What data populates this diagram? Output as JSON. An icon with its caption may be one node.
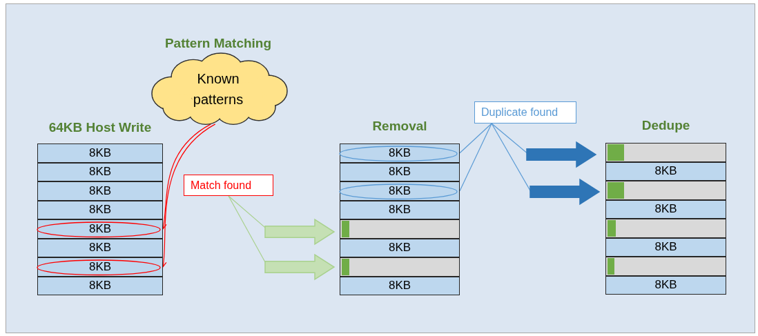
{
  "diagram": {
    "nodes": [
      {
        "text": [
          "Known patterns"
        ],
        "beside": [
          "Pattern Matching"
        ]
      },
      {
        "text": [
          "64KB Host Write"
        ]
      },
      {
        "text": [
          "8KB"
        ],
        "in": 1
      },
      {
        "text": [
          "8KB"
        ],
        "in": 1
      },
      {
        "text": [
          "8KB"
        ],
        "in": 1
      },
      {
        "text": [
          "8KB"
        ],
        "in": 1
      },
      {
        "text": [
          "8KB"
        ],
        "in": 1
      },
      {
        "text": [
          "8KB"
        ],
        "in": 1
      },
      {
        "text": [
          "8KB"
        ],
        "in": 1
      },
      {
        "text": [
          "8KB"
        ],
        "in": 1
      },
      {
        "text": [
          "Match found"
        ]
      },
      {
        "text": [],
        "shape": "arrow"
      },
      {
        "text": [],
        "shape": "arrow"
      },
      {
        "text": [
          "Removal"
        ]
      },
      {
        "text": [
          "8KB"
        ],
        "in": 13
      },
      {
        "text": [
          "8KB"
        ],
        "in": 13
      },
      {
        "text": [
          "8KB"
        ],
        "in": 13
      },
      {
        "text": [
          "8KB"
        ],
        "in": 13
      },
      {
        "text": [],
        "shape": "bar",
        "in": 13
      },
      {
        "text": [
          "8KB"
        ],
        "in": 13
      },
      {
        "text": [],
        "shape": "bar",
        "in": 13
      },
      {
        "text": [
          "8KB"
        ],
        "in": 13
      },
      {
        "text": [
          "Duplicate found"
        ]
      },
      {
        "text": [],
        "shape": "arrow"
      },
      {
        "text": [],
        "shape": "arrow"
      },
      {
        "text": [
          "Dedupe"
        ]
      },
      {
        "text": [],
        "shape": "bar",
        "in": 25
      },
      {
        "text": [
          "8KB"
        ],
        "in": 25
      },
      {
        "text": [],
        "shape": "bar",
        "in": 25
      },
      {
        "text": [
          "8KB"
        ],
        "in": 25
      },
      {
        "text": [],
        "shape": "bar",
        "in": 25
      },
      {
        "text": [
          "8KB"
        ],
        "in": 25
      },
      {
        "text": [],
        "shape": "bar",
        "in": 25
      },
      {
        "text": [
          "8KB"
        ],
        "in": 25
      }
    ],
    "edges": [
      {
        "from": 0,
        "to": 6,
        "arrow": "to",
        "color": "#ff0000"
      },
      {
        "from": 0,
        "to": 8,
        "arrow": "to",
        "color": "#ff0000"
      },
      {
        "from": 10,
        "to": 11,
        "arrow": "none",
        "color": "#a9d18e"
      },
      {
        "from": 10,
        "to": 12,
        "arrow": "none",
        "color": "#a9d18e"
      },
      {
        "from": 22,
        "to": 14,
        "arrow": "none",
        "color": "#5b9bd5"
      },
      {
        "from": 22,
        "to": 16,
        "arrow": "none",
        "color": "#5b9bd5"
      },
      {
        "from": 22,
        "to": 23,
        "arrow": "none",
        "color": "#5b9bd5"
      },
      {
        "from": 22,
        "to": 24,
        "arrow": "none",
        "color": "#5b9bd5"
      }
    ]
  }
}
